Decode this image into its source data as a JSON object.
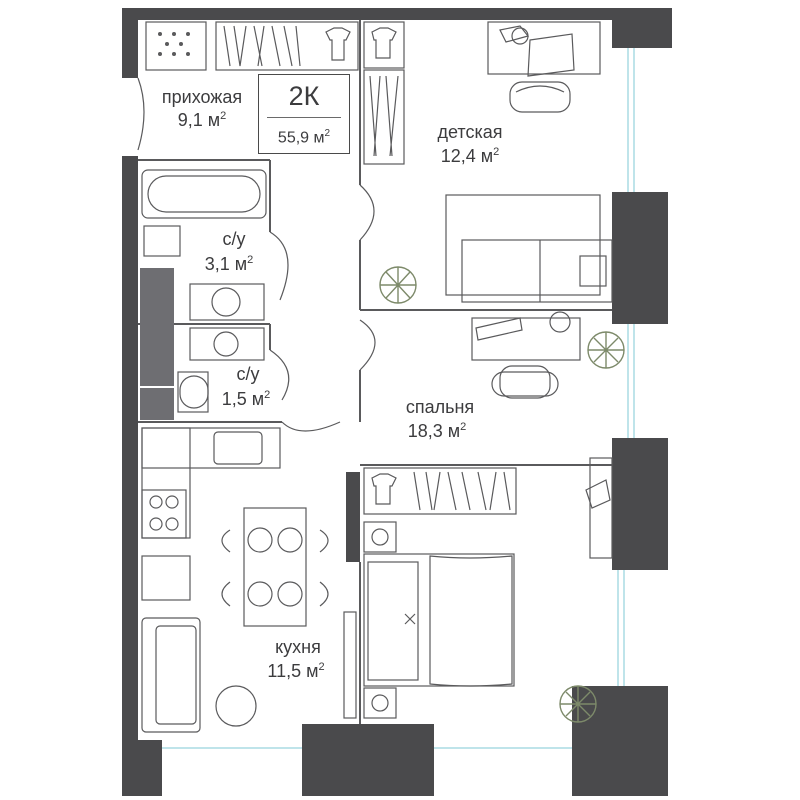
{
  "apartment": {
    "type": "2К",
    "total_area": "55,9 м",
    "area_unit_power": "2"
  },
  "rooms": {
    "hallway": {
      "name": "прихожая",
      "area": "9,1 м",
      "pow": "2"
    },
    "kids": {
      "name": "детская",
      "area": "12,4 м",
      "pow": "2"
    },
    "bath1": {
      "name": "с/у",
      "area": "3,1 м",
      "pow": "2"
    },
    "bath2": {
      "name": "с/у",
      "area": "1,5 м",
      "pow": "2"
    },
    "bedroom": {
      "name": "спальня",
      "area": "18,3 м",
      "pow": "2"
    },
    "kitchen": {
      "name": "кухня",
      "area": "11,5 м",
      "pow": "2"
    }
  },
  "colors": {
    "wall": "#4a4a4c",
    "line": "#5a5a5c",
    "window": "#bfe4ea",
    "partition_fill": "#6e6e72",
    "plant": "#7d8a6a"
  }
}
